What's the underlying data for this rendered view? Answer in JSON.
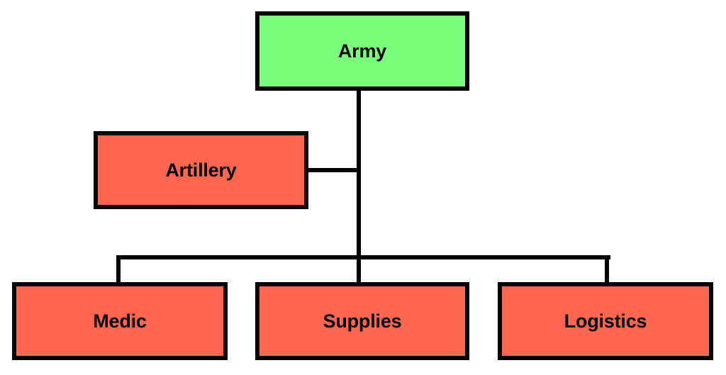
{
  "diagram": {
    "type": "org-chart",
    "colors": {
      "root_fill": "#7AFD7A",
      "child_fill": "#FF6650",
      "border": "#000000",
      "background": "#FFFFFF"
    },
    "nodes": [
      {
        "id": "army",
        "label": "Army",
        "level": 0
      },
      {
        "id": "artillery",
        "label": "Artillery",
        "level": 1,
        "parent": "army"
      },
      {
        "id": "medic",
        "label": "Medic",
        "level": 2,
        "parent": "army"
      },
      {
        "id": "supplies",
        "label": "Supplies",
        "level": 2,
        "parent": "army"
      },
      {
        "id": "logistics",
        "label": "Logistics",
        "level": 2,
        "parent": "army"
      }
    ],
    "edges": [
      {
        "from": "army",
        "to": "artillery"
      },
      {
        "from": "army",
        "to": "medic"
      },
      {
        "from": "army",
        "to": "supplies"
      },
      {
        "from": "army",
        "to": "logistics"
      }
    ]
  }
}
